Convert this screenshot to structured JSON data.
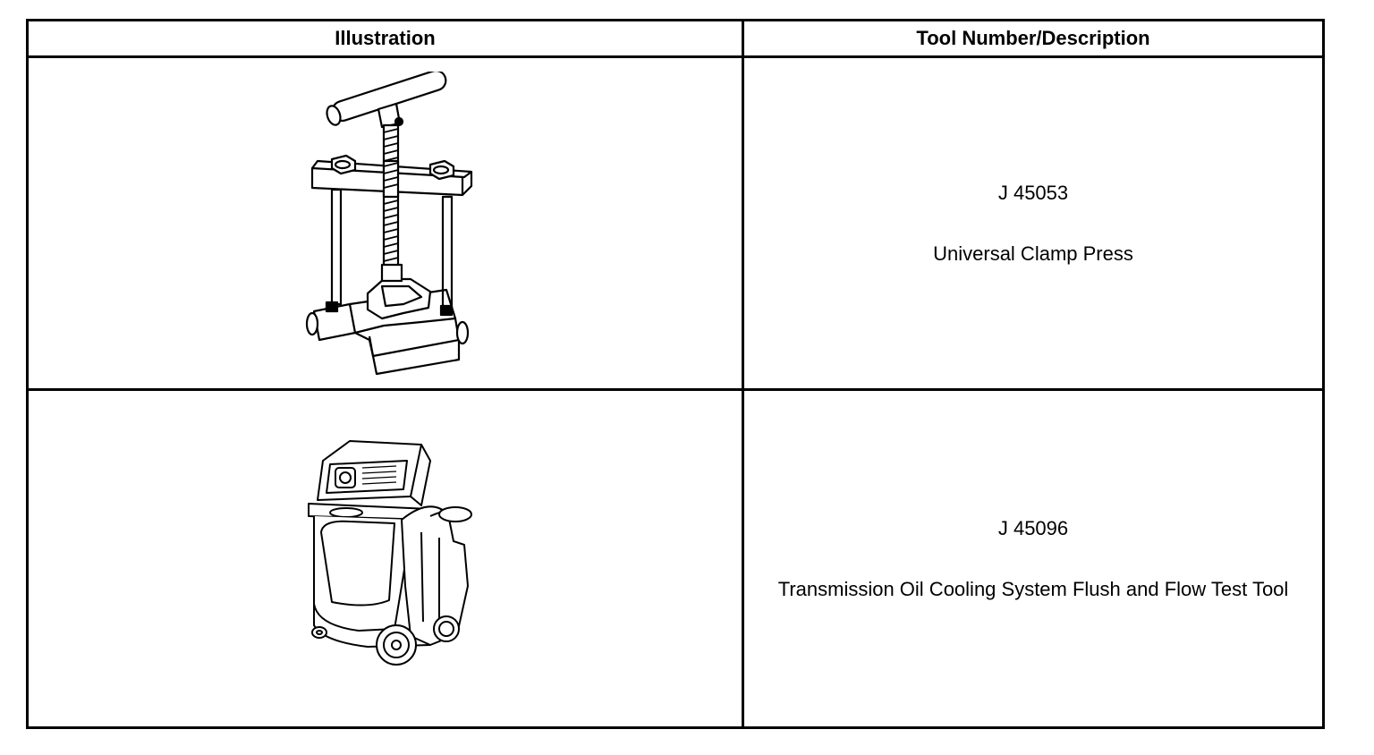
{
  "table": {
    "headers": {
      "illustration": "Illustration",
      "tool": "Tool Number/Description"
    },
    "rows": [
      {
        "tool_number": "J 45053",
        "description": "Universal Clamp Press",
        "illustration_icon": "clamp-press-icon"
      },
      {
        "tool_number": "J 45096",
        "description": "Transmission Oil Cooling System Flush and Flow Test Tool",
        "illustration_icon": "flush-cart-icon"
      }
    ]
  }
}
